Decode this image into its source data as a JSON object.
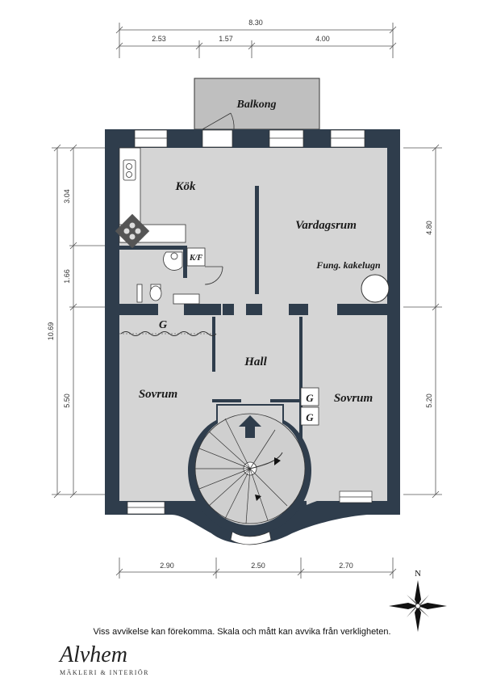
{
  "dimensions": {
    "top_total": "8.30",
    "top_parts": [
      "2.53",
      "1.57",
      "4.00"
    ],
    "bottom_parts": [
      "2.90",
      "2.50",
      "2.70"
    ],
    "left_total": "10.69",
    "left_parts": [
      "3.04",
      "1.66",
      "5.50"
    ],
    "right_parts": [
      "4.80",
      "5.20"
    ]
  },
  "rooms": {
    "balcony": "Balkong",
    "kitchen": "Kök",
    "living": "Vardagsrum",
    "stove": "Fung. kakelugn",
    "storage": "K/F",
    "wardrobe_1": "G",
    "wardrobe_2": "G",
    "wardrobe_3": "G",
    "hall": "Hall",
    "bedroom_left": "Sovrum",
    "bedroom_right": "Sovrum"
  },
  "compass": {
    "label": "N"
  },
  "disclaimer": "Viss avvikelse kan förekomma. Skala och mått kan avvika från verkligheten.",
  "brand": {
    "name": "Alvhem",
    "tagline": "MÄKLERI & INTERIÖR"
  },
  "colors": {
    "wall": "#2f3d4c",
    "floor": "#d5d5d5",
    "balcony": "#bfbfbf"
  }
}
